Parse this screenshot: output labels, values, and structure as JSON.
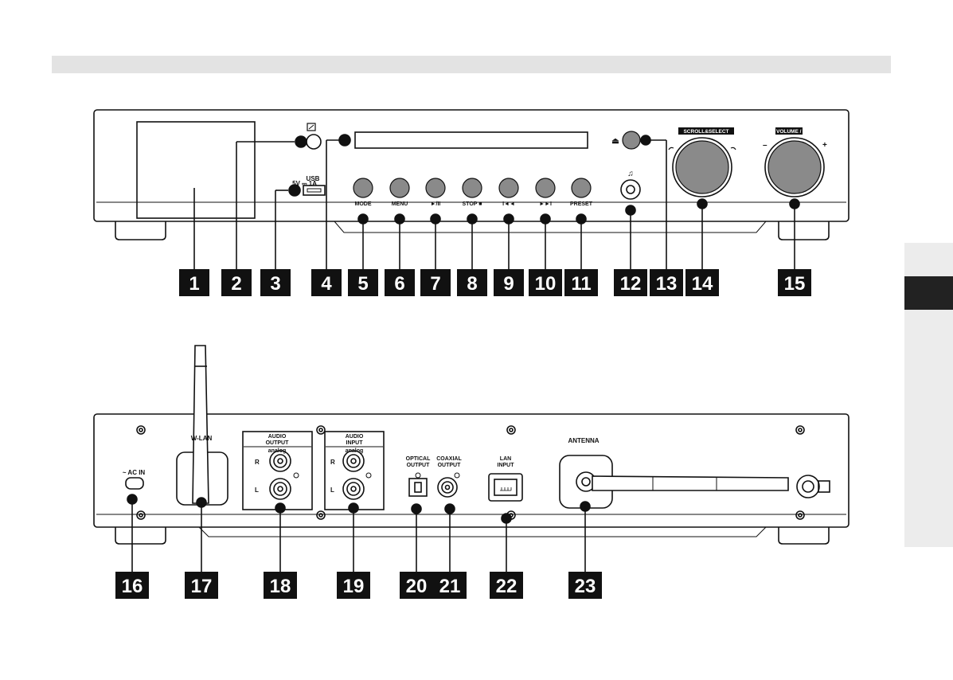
{
  "front_panel": {
    "labels": {
      "usb": "USB",
      "usb_rating": "5V ⎓ 1A",
      "mode": "MODE",
      "menu": "MENU",
      "play_pause": "►/II",
      "stop": "STOP ■",
      "prev": "I◄◄",
      "next": "►►I",
      "preset": "PRESET",
      "scroll_select": "SCROLL&SELECT",
      "volume": "VOLUME / ⏻",
      "vol_minus": "–",
      "vol_plus": "+",
      "eject_icon": "eject-icon",
      "headphone_icon": "headphone-icon"
    },
    "callouts": [
      "1",
      "2",
      "3",
      "4",
      "5",
      "6",
      "7",
      "8",
      "9",
      "10",
      "11",
      "12",
      "13",
      "14",
      "15"
    ]
  },
  "rear_panel": {
    "labels": {
      "ac_in": "~ AC IN",
      "wlan": "W-LAN",
      "audio_output": "AUDIO\nOUTPUT",
      "audio_output_line1": "AUDIO",
      "audio_output_line2": "OUTPUT",
      "audio_input_line1": "AUDIO",
      "audio_input_line2": "INPUT",
      "analog": "analog",
      "right": "R",
      "left": "L",
      "optical_line1": "OPTICAL",
      "optical_line2": "OUTPUT",
      "coaxial_line1": "COAXIAL",
      "coaxial_line2": "OUTPUT",
      "lan_line1": "LAN",
      "lan_line2": "INPUT",
      "antenna": "ANTENNA"
    },
    "callouts": [
      "16",
      "17",
      "18",
      "19",
      "20",
      "21",
      "22",
      "23"
    ]
  },
  "colors": {
    "callout_bg": "#111111",
    "callout_text": "#ffffff",
    "sidebar_dark": "#222222",
    "sidebar_light": "#ececec",
    "header_bar": "#e3e3e3"
  }
}
